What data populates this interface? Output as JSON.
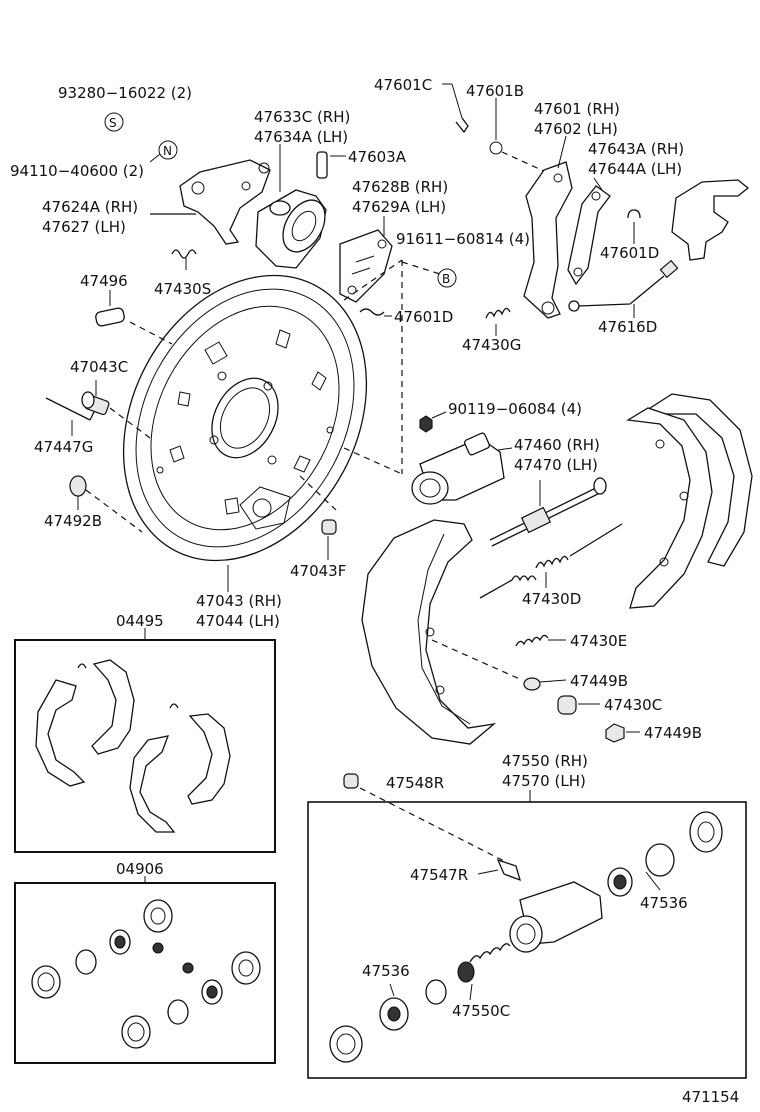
{
  "labels": {
    "p93280": "93280−16022 (2)",
    "sym_s": "S",
    "p94110": "94110−40600 (2)",
    "sym_n": "N",
    "p47624a": "47624A (RH)",
    "p47627": "47627 (LH)",
    "p47633c": "47633C (RH)",
    "p47634a": "47634A (LH)",
    "p47603a": "47603A",
    "p47601c": "47601C",
    "p47601b": "47601B",
    "p47601": "47601 (RH)",
    "p47602": "47602 (LH)",
    "p47643a": "47643A (RH)",
    "p47644a": "47644A (LH)",
    "p47628b": "47628B (RH)",
    "p47629a": "47629A (LH)",
    "p91611": "91611−60814 (4)",
    "sym_b": "B",
    "p47601d_a": "47601D",
    "p47601d_b": "47601D",
    "p47496": "47496",
    "p47430s": "47430S",
    "p47616d": "47616D",
    "p47430g": "47430G",
    "p47043c": "47043C",
    "p47447g": "47447G",
    "p47492b": "47492B",
    "p90119": "90119−06084 (4)",
    "p47460": "47460 (RH)",
    "p47470": "47470 (LH)",
    "p47043f": "47043F",
    "p47043": "47043 (RH)",
    "p47044": "47044 (LH)",
    "p47430d": "47430D",
    "p04495": "04495",
    "p47430e": "47430E",
    "p47449b_a": "47449B",
    "p47430c": "47430C",
    "p47449b_b": "47449B",
    "p47550": "47550 (RH)",
    "p47570": "47570 (LH)",
    "p47548r": "47548R",
    "p04906": "04906",
    "p47547r": "47547R",
    "p47536_a": "47536",
    "p47536_b": "47536",
    "p47550c": "47550C",
    "p471154": "471154"
  }
}
